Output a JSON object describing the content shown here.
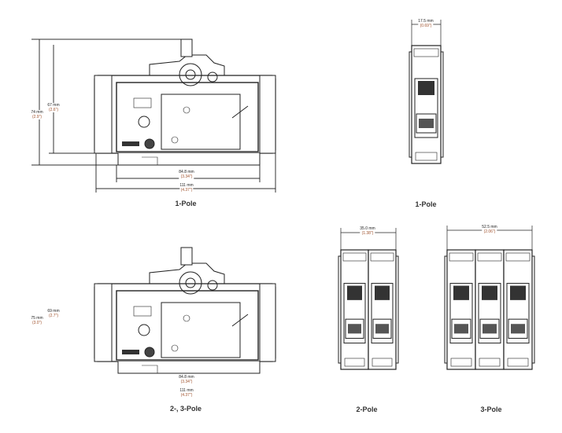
{
  "views": {
    "side_1pole": {
      "caption": "1-Pole",
      "height_total": {
        "mm": "74 mm",
        "in": "(2.9\")"
      },
      "height_body": {
        "mm": "67 mm",
        "in": "(2.6\")"
      },
      "width_base": {
        "mm": "84.8 mm",
        "in": "(3.34\")"
      },
      "width_total": {
        "mm": "111 mm",
        "in": "(4.37\")"
      }
    },
    "side_multipole": {
      "caption": "2-, 3-Pole",
      "height_total": {
        "mm": "75 mm",
        "in": "(3.0\")"
      },
      "height_body": {
        "mm": "69 mm",
        "in": "(2.7\")"
      },
      "width_base": {
        "mm": "84.8 mm",
        "in": "(3.34\")"
      },
      "width_total": {
        "mm": "111 mm",
        "in": "(4.37\")"
      }
    },
    "front_1pole": {
      "caption": "1-Pole",
      "width": {
        "mm": "17.5 mm",
        "in": "(0.69\")"
      },
      "poles": 1
    },
    "front_2pole": {
      "caption": "2-Pole",
      "width": {
        "mm": "35.0 mm",
        "in": "(1.38\")"
      },
      "poles": 2
    },
    "front_3pole": {
      "caption": "3-Pole",
      "width": {
        "mm": "52.5 mm",
        "in": "(2.06\")"
      },
      "poles": 3
    }
  },
  "colors": {
    "line": "#222222",
    "inch_text": "#a0522d"
  }
}
